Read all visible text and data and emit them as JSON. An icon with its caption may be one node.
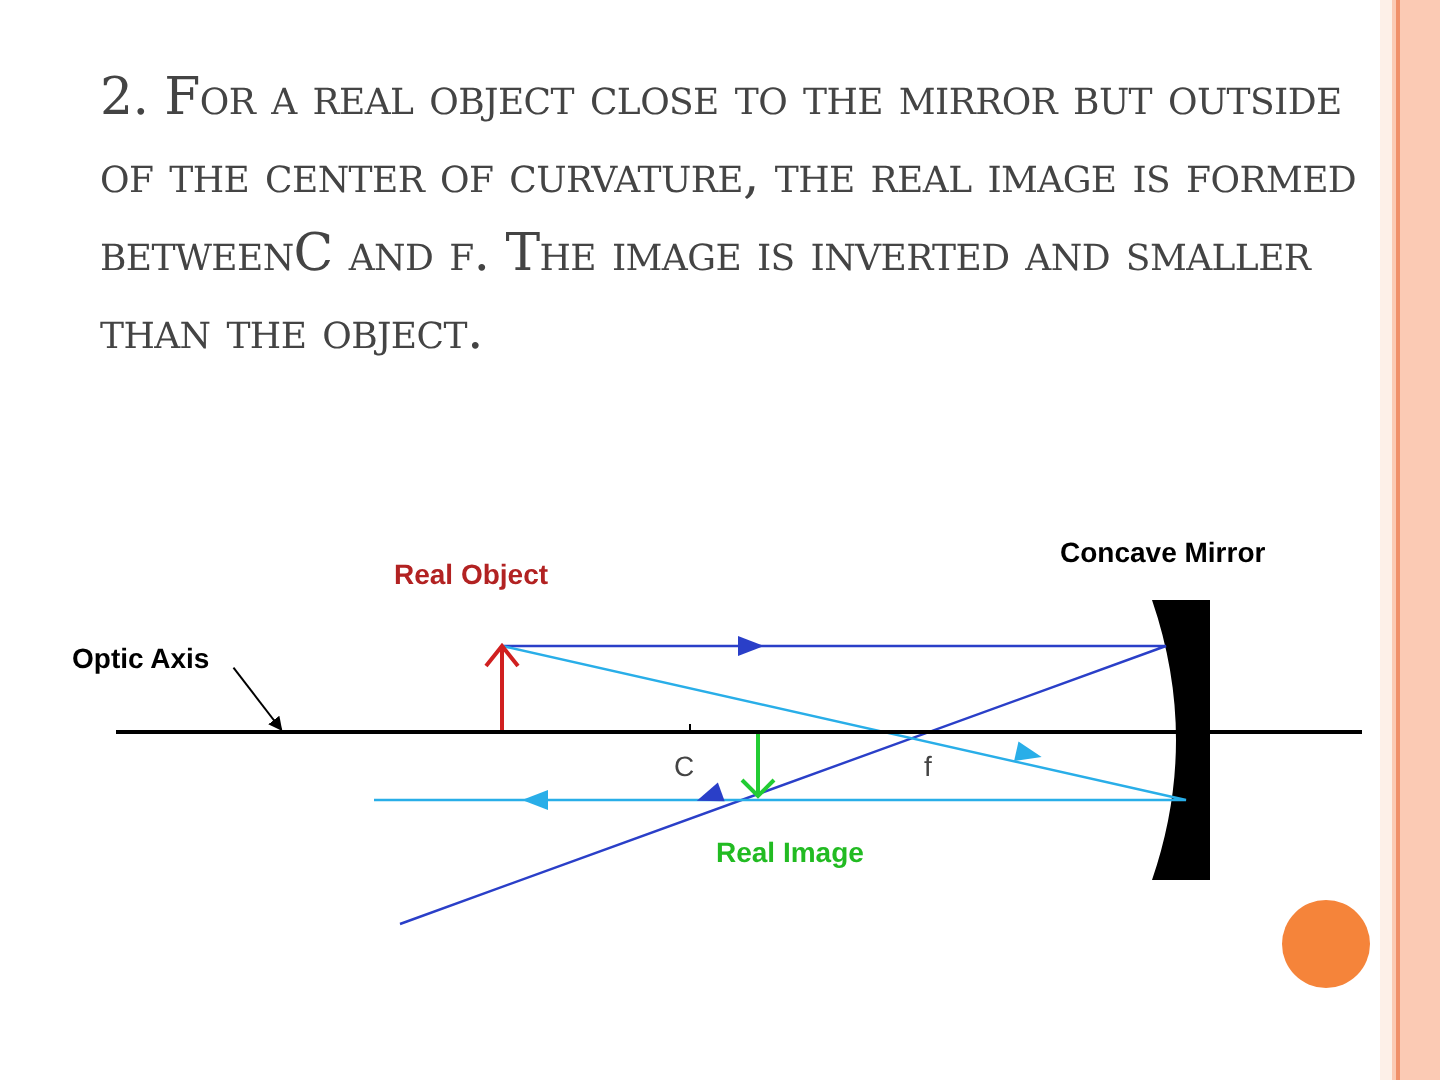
{
  "diagram": {
    "title": "2. For a real object close to the mirror but outside of the center of curvature, the real image is formed betweenC and f. The image is inverted and smaller than the object.",
    "nodes": [
      {
        "text": [
          "Optic Axis"
        ]
      },
      {
        "text": [],
        "shape": "line"
      }
    ],
    "edges": [
      {
        "from": 0,
        "to": 1,
        "arrow": "to"
      }
    ],
    "labels": [
      "Real Object",
      "Concave Mirror",
      "C",
      "f",
      "Real Image"
    ]
  }
}
